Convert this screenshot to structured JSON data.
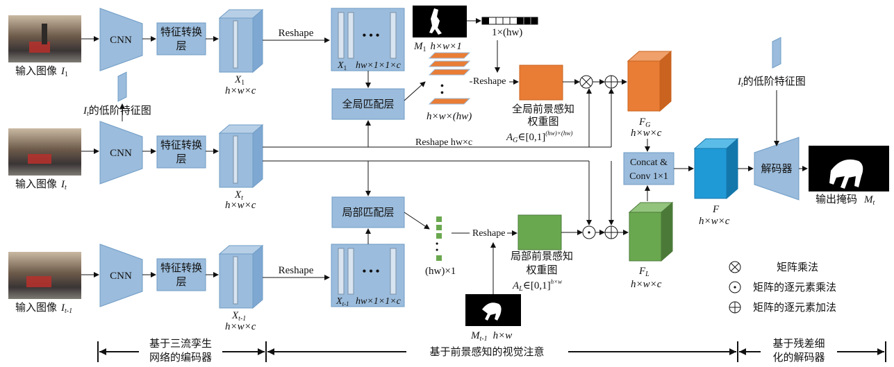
{
  "inputs": [
    {
      "caption": "输入图像",
      "symbol": "I",
      "sub": "1"
    },
    {
      "caption": "输入图像",
      "symbol": "I",
      "sub": "t"
    },
    {
      "caption": "输入图像",
      "symbol": "I",
      "sub": "t-1"
    }
  ],
  "cnn_label": "CNN",
  "transform_label_l1": "特征转换",
  "transform_label_l2": "层",
  "features": [
    {
      "symbol": "X",
      "sub": "1",
      "dims": "h×w×c"
    },
    {
      "symbol": "X",
      "sub": "t",
      "dims": "h×w×c"
    },
    {
      "symbol": "X",
      "sub": "t-1",
      "dims": "h×w×c"
    }
  ],
  "reshape_label": "Reshape",
  "stack_dims": "hw×1×1×c",
  "stack_x1": "X",
  "stack_x1_sub": "1",
  "stack_xt1": "X",
  "stack_xt1_sub": "t-1",
  "dots": "• • •",
  "mask_m1_label": "M",
  "mask_m1_sub": "1",
  "mask_m1_dims": "h×w×1",
  "vector_dims": "1×(hw)",
  "global_match": "全局匹配层",
  "local_match": "局部匹配层",
  "global_stack_dims": "h×w×(hw)",
  "local_vec_dims": "(hw)×1",
  "global_weight_l1": "全局前景感知",
  "global_weight_l2": "权重图",
  "global_weight_formula": "A",
  "global_weight_formula_sub": "G",
  "global_weight_formula_rest": "∈[0,1]",
  "global_weight_sup": "(hw)×(hw)",
  "local_weight_l1": "局部前景感知",
  "local_weight_l2": "权重图",
  "local_weight_formula": "A",
  "local_weight_formula_sub": "L",
  "local_weight_formula_rest": "∈[0,1]",
  "local_weight_sup": "h×w",
  "reshape_hwc": "Reshape  hw×c",
  "fg_label": "F",
  "fg_sub": "G",
  "fg_dims": "h×w×c",
  "fl_label": "F",
  "fl_sub": "L",
  "fl_dims": "h×w×c",
  "f_label": "F",
  "f_dims": "h×w×c",
  "concat_l1": "Concat &",
  "concat_l2": "Conv 1×1",
  "low_feat_left": "的低阶特征图",
  "low_feat_right": "的低阶特征图",
  "low_feat_symbol": "I",
  "low_feat_sub": "t",
  "decoder_label": "解码器",
  "output_caption": "输出掩码",
  "output_symbol": "M",
  "output_sub": "t",
  "mask_prev_label": "M",
  "mask_prev_sub": "t-1",
  "mask_prev_dims": "h×w",
  "legend": [
    {
      "symbol": "⊗",
      "text": "矩阵乘法"
    },
    {
      "symbol": "⊙",
      "text": "矩阵的逐元素乘法"
    },
    {
      "symbol": "⊕",
      "text": "矩阵的逐元素加法"
    }
  ],
  "sections": [
    {
      "l1": "基于三流孪生",
      "l2": "网络的编码器"
    },
    {
      "l1": "基于前景感知的视觉注意",
      "l2": ""
    },
    {
      "l1": "基于残差细",
      "l2": "化的解码器"
    }
  ],
  "colors": {
    "block": "#9bbcdc",
    "block_dark": "#6f9cc6",
    "orange": "#e97d35",
    "green": "#6aa84f",
    "blue_cube": "#1f9ad6"
  }
}
